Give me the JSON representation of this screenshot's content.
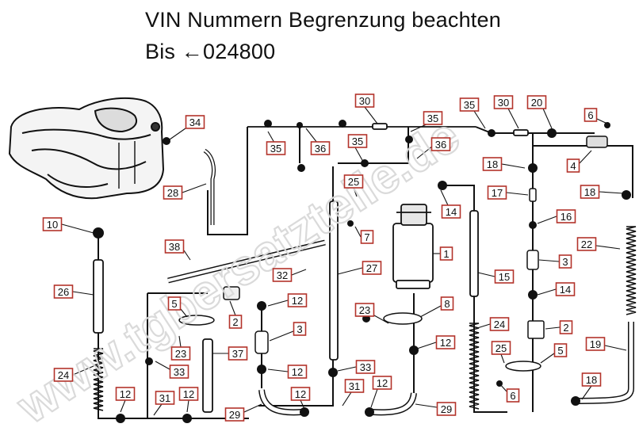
{
  "header": {
    "line1": "VIN Nummern Begrenzung beachten",
    "line2": "Bis ←024800"
  },
  "watermark": "www.tgbersatzteile.de",
  "callouts": [
    {
      "id": "c34",
      "label": "34"
    },
    {
      "id": "c28",
      "label": "28"
    },
    {
      "id": "c10",
      "label": "10"
    },
    {
      "id": "c26",
      "label": "26"
    },
    {
      "id": "c24a",
      "label": "24"
    },
    {
      "id": "c12a",
      "label": "12"
    },
    {
      "id": "c31a",
      "label": "31"
    },
    {
      "id": "c12b",
      "label": "12"
    },
    {
      "id": "c38",
      "label": "38"
    },
    {
      "id": "c5a",
      "label": "5"
    },
    {
      "id": "c2a",
      "label": "2"
    },
    {
      "id": "c23a",
      "label": "23"
    },
    {
      "id": "c33a",
      "label": "33"
    },
    {
      "id": "c37",
      "label": "37"
    },
    {
      "id": "c29a",
      "label": "29"
    },
    {
      "id": "c30a",
      "label": "30"
    },
    {
      "id": "c35a",
      "label": "35"
    },
    {
      "id": "c36a",
      "label": "36"
    },
    {
      "id": "c35b",
      "label": "35"
    },
    {
      "id": "c35c",
      "label": "35"
    },
    {
      "id": "c36b",
      "label": "36"
    },
    {
      "id": "c32",
      "label": "32"
    },
    {
      "id": "c27",
      "label": "27"
    },
    {
      "id": "c12c",
      "label": "12"
    },
    {
      "id": "c3a",
      "label": "3"
    },
    {
      "id": "c12d",
      "label": "12"
    },
    {
      "id": "c33b",
      "label": "33"
    },
    {
      "id": "c12e",
      "label": "12"
    },
    {
      "id": "c31b",
      "label": "31"
    },
    {
      "id": "c12f",
      "label": "12"
    },
    {
      "id": "c25a",
      "label": "25"
    },
    {
      "id": "c7",
      "label": "7"
    },
    {
      "id": "c14a",
      "label": "14"
    },
    {
      "id": "c1",
      "label": "1"
    },
    {
      "id": "c8",
      "label": "8"
    },
    {
      "id": "c23b",
      "label": "23"
    },
    {
      "id": "c12g",
      "label": "12"
    },
    {
      "id": "c15",
      "label": "15"
    },
    {
      "id": "c29b",
      "label": "29"
    },
    {
      "id": "c35d",
      "label": "35"
    },
    {
      "id": "c30b",
      "label": "30"
    },
    {
      "id": "c20",
      "label": "20"
    },
    {
      "id": "c6a",
      "label": "6"
    },
    {
      "id": "c4",
      "label": "4"
    },
    {
      "id": "c18a",
      "label": "18"
    },
    {
      "id": "c17",
      "label": "17"
    },
    {
      "id": "c18b",
      "label": "18"
    },
    {
      "id": "c16",
      "label": "16"
    },
    {
      "id": "c22",
      "label": "22"
    },
    {
      "id": "c3b",
      "label": "3"
    },
    {
      "id": "c14b",
      "label": "14"
    },
    {
      "id": "c24b",
      "label": "24"
    },
    {
      "id": "c2b",
      "label": "2"
    },
    {
      "id": "c25b",
      "label": "25"
    },
    {
      "id": "c5b",
      "label": "5"
    },
    {
      "id": "c6b",
      "label": "6"
    },
    {
      "id": "c19",
      "label": "19"
    },
    {
      "id": "c18c",
      "label": "18"
    }
  ]
}
